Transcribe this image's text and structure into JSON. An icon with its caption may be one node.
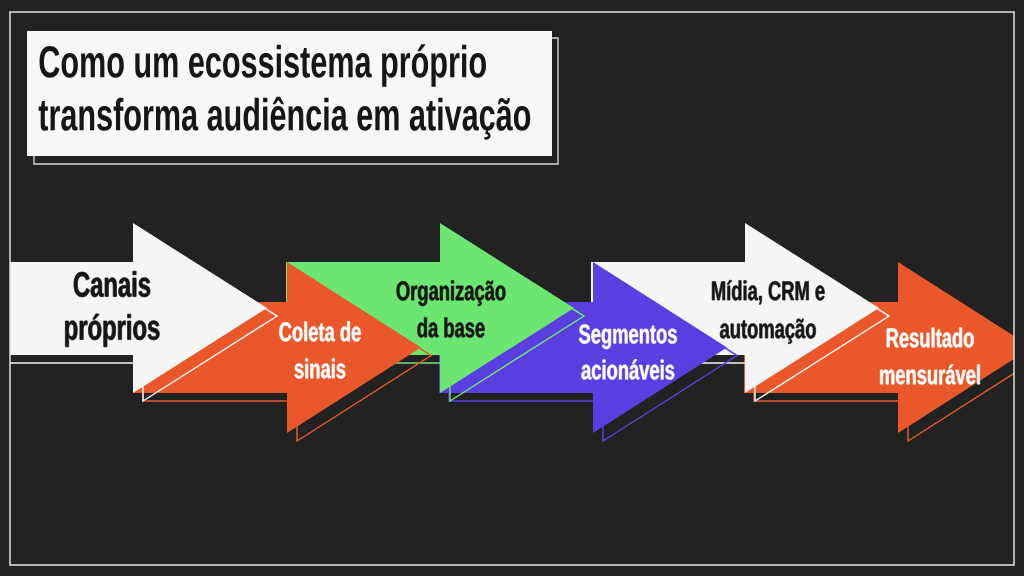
{
  "diagram": {
    "title": "Como um ecossistema próprio transforma audiência em ativação",
    "nodes": [
      {
        "text": [
          "Canais próprios"
        ]
      },
      {
        "text": [
          "Coleta de sinais"
        ]
      },
      {
        "text": [
          "Organização da base"
        ]
      },
      {
        "text": [
          "Segmentos acionáveis"
        ]
      },
      {
        "text": [
          "Mídia, CRM e automação"
        ]
      },
      {
        "text": [
          "Resultado mensurável"
        ]
      }
    ]
  }
}
